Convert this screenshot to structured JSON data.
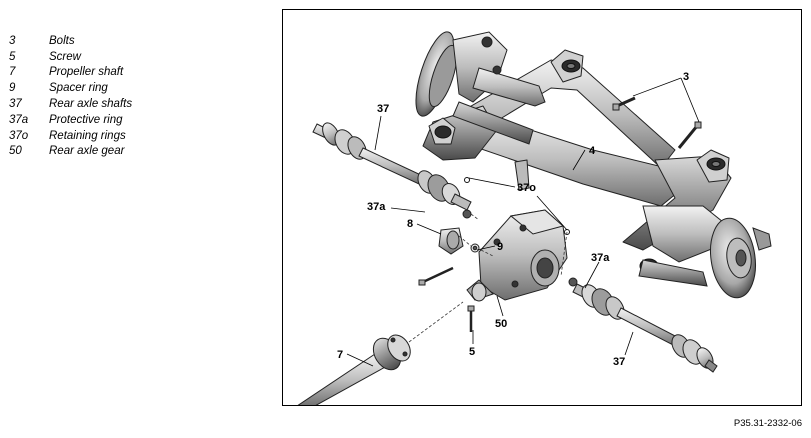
{
  "legend": [
    {
      "number": "3",
      "description": "Bolts"
    },
    {
      "number": "5",
      "description": "Screw"
    },
    {
      "number": "7",
      "description": "Propeller shaft"
    },
    {
      "number": "9",
      "description": "Spacer ring"
    },
    {
      "number": "37",
      "description": "Rear axle shafts"
    },
    {
      "number": "37a",
      "description": "Protective ring"
    },
    {
      "number": "37o",
      "description": "Retaining rings"
    },
    {
      "number": "50",
      "description": "Rear axle gear"
    }
  ],
  "callouts": {
    "c37_top": "37",
    "c3": "3",
    "c4": "4",
    "c37o": "37o",
    "c37a_left": "37a",
    "c8": "8",
    "c9": "9",
    "c37a_right": "37a",
    "c50": "50",
    "c7": "7",
    "c5": "5",
    "c37_bottom": "37"
  },
  "figure_id": "P35.31-2332-06"
}
